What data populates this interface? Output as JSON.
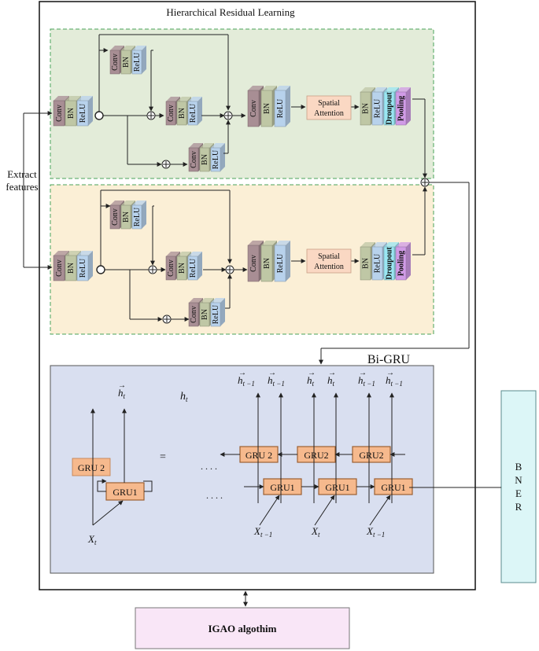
{
  "title": "Hierarchical Residual Learning",
  "extract_features": [
    "Extract",
    "features"
  ],
  "top_branch": {
    "stem": [
      "Conv",
      "BN",
      "ReLU"
    ],
    "upper_block": [
      "Conv",
      "BN",
      "ReLU"
    ],
    "middle_block": [
      "Conv",
      "BN",
      "ReLU"
    ],
    "lower_block": [
      "Conv",
      "BN",
      "ReLU"
    ],
    "post_block": [
      "Conv",
      "BN",
      "ReLU"
    ],
    "attention": [
      "Spatial",
      "Attention"
    ],
    "tail": [
      "BN",
      "ReLU",
      "Droupout",
      "Pooling"
    ]
  },
  "bottom_branch": {
    "stem": [
      "Conv",
      "BN",
      "ReLU"
    ],
    "upper_block": [
      "Conv",
      "BN",
      "ReLU"
    ],
    "middle_block": [
      "Conv",
      "BN",
      "ReLU"
    ],
    "lower_block": [
      "Conv",
      "BN",
      "ReLU"
    ],
    "post_block": [
      "Conv",
      "BN",
      "ReLU"
    ],
    "attention": [
      "Spatial",
      "Attention"
    ],
    "tail": [
      "BN",
      "ReLU",
      "Droupout",
      "Pooling"
    ]
  },
  "bigru": {
    "title": "Bi-GRU",
    "left_gru2": "GRU 2",
    "left_gru1": "GRU1",
    "left_top_label": "h",
    "left_top_sub": "t",
    "left_mid_label": "h",
    "left_mid_sub": "t",
    "left_input": "X",
    "left_input_sub": "t",
    "equals": "=",
    "dots_top": ". . . .",
    "dots_bottom": ". . . .",
    "gru2_cells": [
      "GRU 2",
      "GRU2",
      "GRU2"
    ],
    "gru1_cells": [
      "GRU1",
      "GRU1",
      "GRU1"
    ],
    "top_labels": [
      {
        "h": "h",
        "sub": "t −1"
      },
      {
        "h": "h",
        "sub": "t −1"
      },
      {
        "h": "h",
        "sub": "t"
      },
      {
        "h": "h",
        "sub": "t"
      },
      {
        "h": "h",
        "sub": "t −1"
      },
      {
        "h": "h",
        "sub": "t −1"
      }
    ],
    "inputs": [
      {
        "x": "X",
        "sub": "t −1"
      },
      {
        "x": "X",
        "sub": "t"
      },
      {
        "x": "X",
        "sub": "t −1"
      }
    ]
  },
  "bner": [
    "B",
    "N",
    "E",
    "R"
  ],
  "igao": "IGAO algothim",
  "colors": {
    "top_panel": "#e3ecd9",
    "bottom_panel": "#fbefd6",
    "bigru_panel": "#d9dff0",
    "bner": "#dcf6f7",
    "igao": "#f9e6f7",
    "gru": "#f6b98d",
    "attention": "#fad8c3",
    "conv": "#a88e94",
    "bn": "#bfc7a5",
    "relu": "#b8d2ec",
    "dropout": "#9ae6f2",
    "pooling": "#d09be6"
  }
}
